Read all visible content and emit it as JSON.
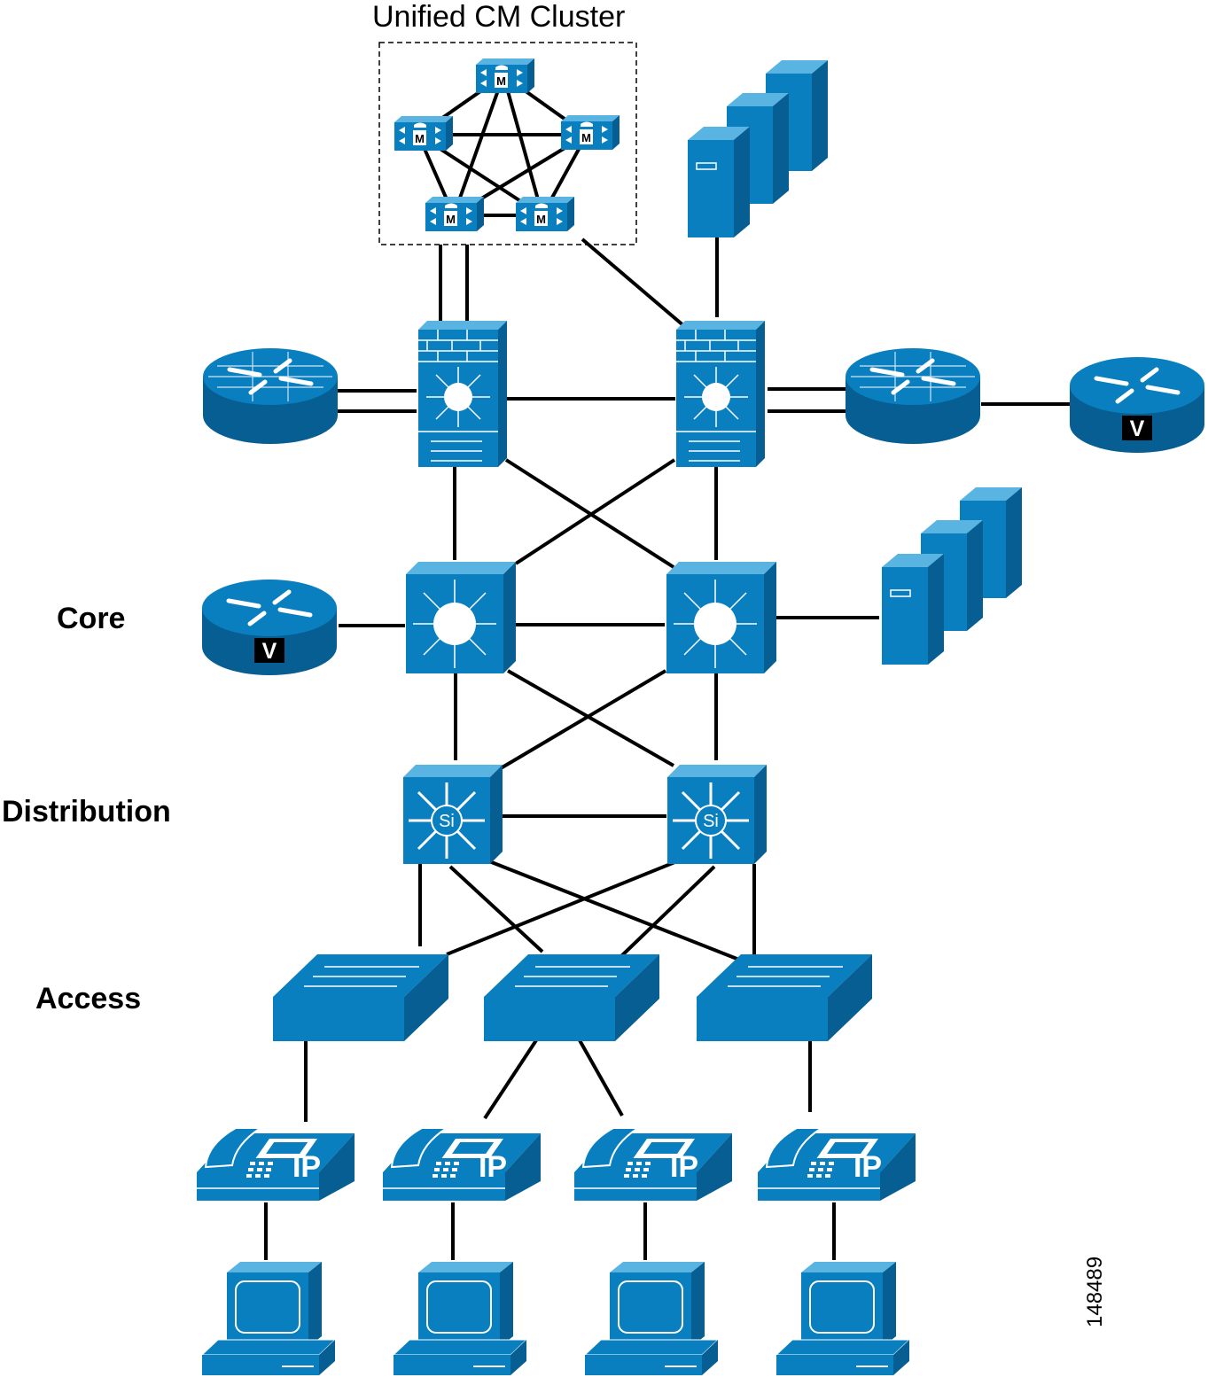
{
  "diagram": {
    "cluster_label": "Unified CM Cluster",
    "tiers": {
      "core": "Core",
      "distribution": "Distribution",
      "access": "Access"
    },
    "figure_id": "148489",
    "device_badges": {
      "callmanager": "M",
      "voice_router": "V",
      "si_switch": "Si",
      "ip_phone": "IP"
    },
    "colors": {
      "device_blue": "#0A7FC0",
      "device_dark": "#065E92",
      "device_light": "#5AB4E2",
      "link": "#000000"
    },
    "devices": [
      {
        "name": "unified-cm-server",
        "icon": "callmanager-icon",
        "count": 5
      },
      {
        "name": "application-server-stack",
        "icon": "server-stack-icon",
        "count": 2
      },
      {
        "name": "firewall-services-switch",
        "icon": "firewall-switch-icon",
        "count": 2
      },
      {
        "name": "firewall-router",
        "icon": "firewall-router-icon",
        "count": 2
      },
      {
        "name": "voice-router",
        "icon": "voice-router-icon",
        "count": 2
      },
      {
        "name": "core-switch",
        "icon": "layer3-switch-icon",
        "count": 2
      },
      {
        "name": "distribution-switch",
        "icon": "si-switch-icon",
        "count": 2
      },
      {
        "name": "access-switch",
        "icon": "workgroup-switch-icon",
        "count": 3
      },
      {
        "name": "ip-phone",
        "icon": "ip-phone-icon",
        "count": 4
      },
      {
        "name": "pc-workstation",
        "icon": "pc-icon",
        "count": 4
      }
    ]
  }
}
